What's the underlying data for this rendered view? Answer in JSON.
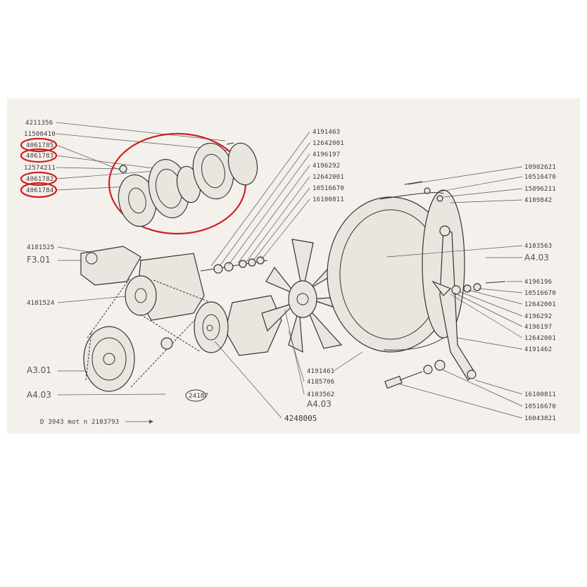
{
  "left_labels": [
    "4211356",
    "11500410",
    "4061785",
    "4061783",
    "12574211",
    "4061782",
    "4061784"
  ],
  "left_mid_labels": [
    "4181525",
    "F3.01",
    "4181524",
    "A3.01",
    "A4.03"
  ],
  "center_top_labels": [
    "4191463",
    "12642001",
    "4196197",
    "4196292",
    "12642001",
    "10516670",
    "16100811"
  ],
  "right_top_labels": [
    "10902621",
    "10516470",
    "15896211",
    "4109842"
  ],
  "right_mid_labels": [
    "4103563",
    "A4.03"
  ],
  "right_lower_labels": [
    "4196196",
    "10516670",
    "12642001",
    "4196292",
    "4196197",
    "12642001",
    "4191462"
  ],
  "right_bottom_labels": [
    "16100811",
    "10516670",
    "16043821"
  ],
  "fan_labels": [
    "4191461",
    "4185706",
    "4103562",
    "A4.03"
  ],
  "pulley_label": "4248005",
  "stamp_label": "24187",
  "footer_note": "D 3943 mot n 2103793",
  "colors": {
    "highlight": "#d21f1f",
    "paper": "#f4f1ec",
    "ink": "#333333"
  }
}
